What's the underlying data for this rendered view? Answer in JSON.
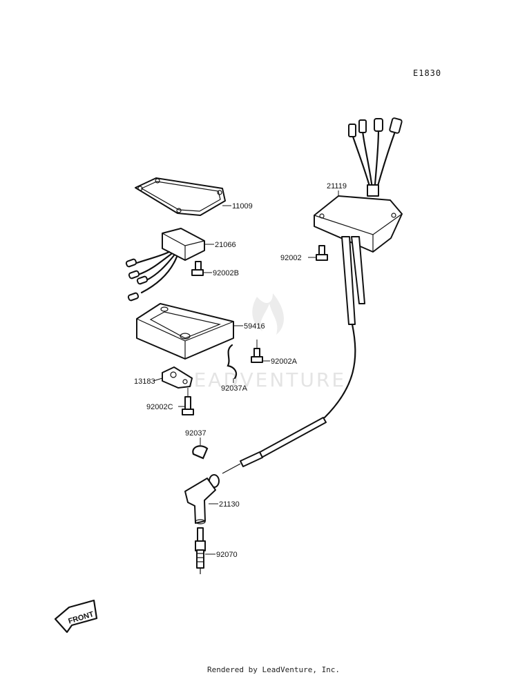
{
  "diagram_code": "E1830",
  "watermark": "LEADVENTURE",
  "front_badge": "FRONT",
  "footer": "Rendered by LeadVenture, Inc.",
  "parts": {
    "p11009": "11009",
    "p21066": "21066",
    "p92002B": "92002B",
    "p59416": "59416",
    "p92002A": "92002A",
    "p92037A": "92037A",
    "p13183": "13183",
    "p92002C": "92002C",
    "p21119": "21119",
    "p92002": "92002",
    "p92037": "92037",
    "p21130": "21130",
    "p92070": "92070"
  }
}
